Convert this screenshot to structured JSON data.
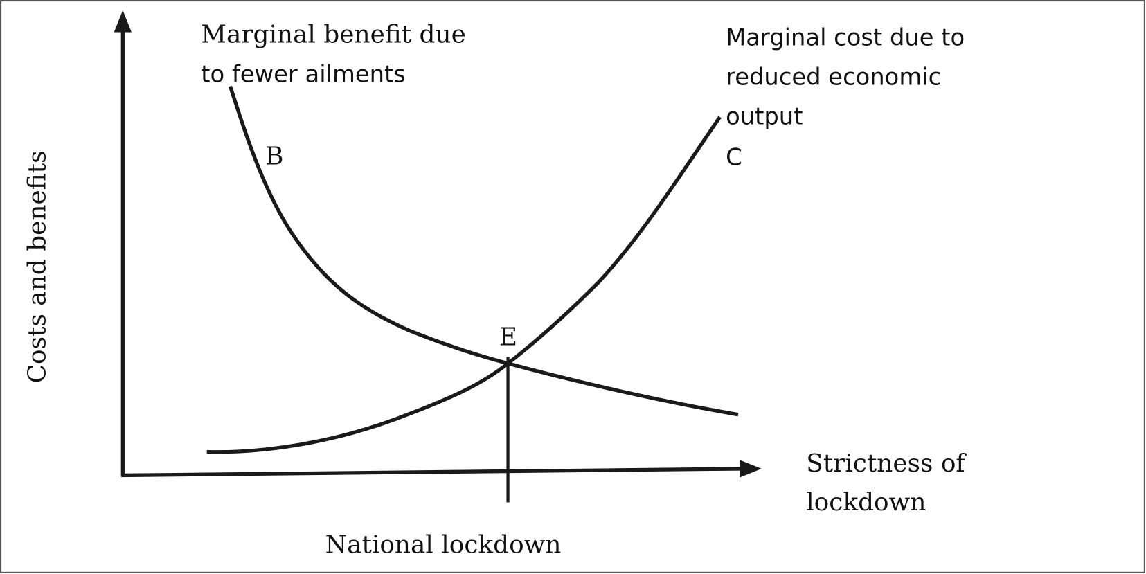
{
  "diagram": {
    "y_axis_label": "Costs and benefits",
    "x_axis_label_line1": "Strictness of",
    "x_axis_label_line2": "lockdown",
    "benefit_curve": {
      "label_line1": "Marginal benefit due",
      "label_line2": "to fewer ailments",
      "marker": "B"
    },
    "cost_curve": {
      "label_line1": "Marginal cost due to",
      "label_line2": "reduced economic",
      "label_line3": "output",
      "marker": "C"
    },
    "equilibrium_label": "E",
    "equilibrium_x_label": "National lockdown",
    "colors": {
      "line": "#1a1a1a",
      "background": "#ffffff",
      "frame": "#555555"
    }
  }
}
